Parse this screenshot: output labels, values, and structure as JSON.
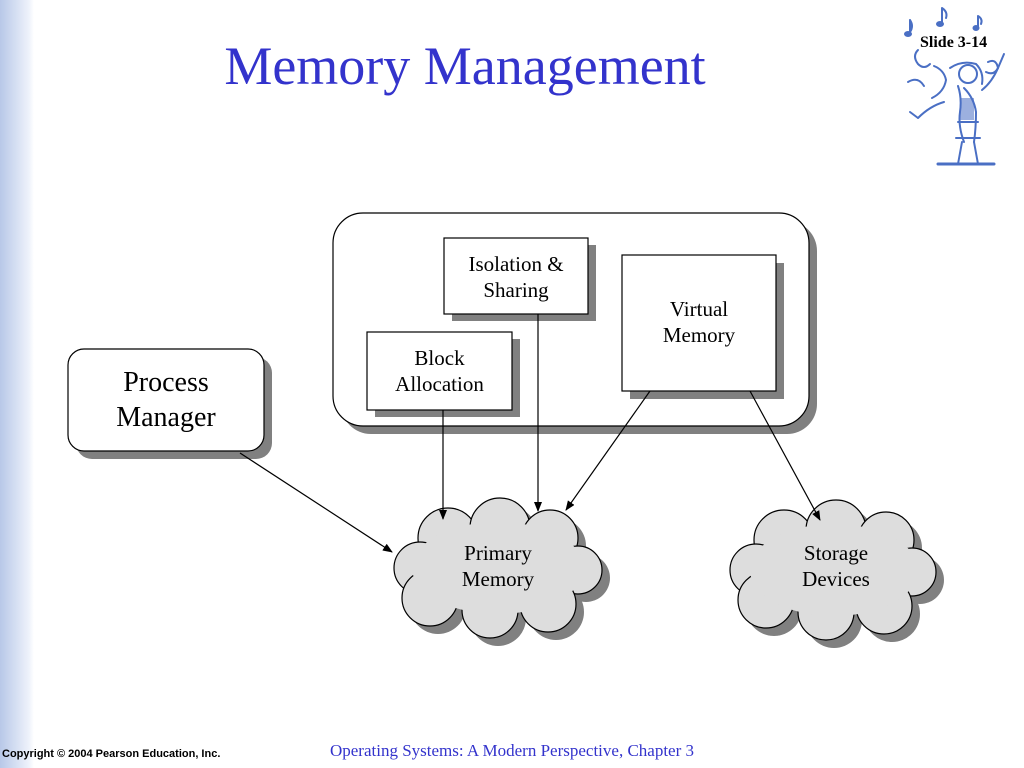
{
  "slide": {
    "title": "Memory Management",
    "slide_number": "Slide 3-14",
    "footer_left": "Copyright © 2004 Pearson Education, Inc.",
    "footer_center": "Operating Systems: A Modern Perspective, Chapter 3"
  },
  "diagram": {
    "nodes": {
      "isolation": "Isolation & Sharing",
      "virtual_memory": "Virtual Memory",
      "block_allocation": "Block Allocation",
      "process_manager": "Process Manager",
      "primary_memory": "Primary Memory",
      "storage_devices": "Storage Devices"
    },
    "edges": [
      {
        "from": "Process Manager",
        "to": "Primary Memory"
      },
      {
        "from": "Block Allocation",
        "to": "Primary Memory"
      },
      {
        "from": "Isolation & Sharing",
        "to": "Primary Memory"
      },
      {
        "from": "Virtual Memory",
        "to": "Primary Memory"
      },
      {
        "from": "Virtual Memory",
        "to": "Storage Devices"
      }
    ]
  },
  "colors": {
    "title": "#3333cc",
    "footer_center": "#3333cc",
    "cloud_fill": "#dddddd",
    "shadow": "#808080",
    "side_bar": "#b8c8e8"
  },
  "icons": {
    "clipart": "music-conductor-icon"
  }
}
